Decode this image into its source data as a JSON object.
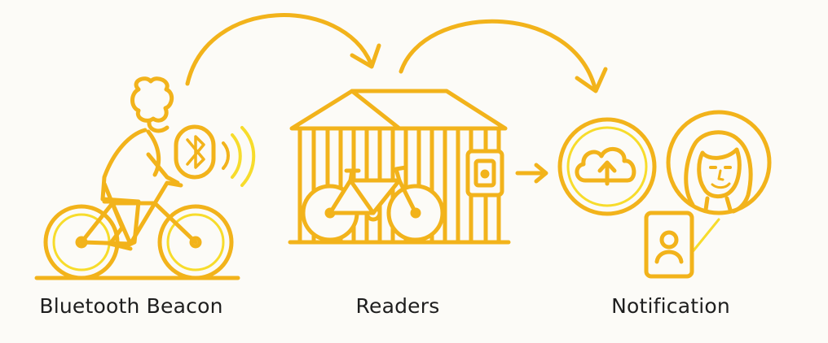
{
  "steps": [
    {
      "label": "Bluetooth Beacon",
      "icon": "cyclist-with-bluetooth-beacon-icon"
    },
    {
      "label": "Readers",
      "icon": "bike-shed-with-reader-icon"
    },
    {
      "label": "Notification",
      "icon": "cloud-upload-and-user-notification-icon"
    }
  ],
  "colors": {
    "primary": "#f2b31b",
    "highlight": "#f7dc2c",
    "background": "#fcfbf7",
    "text": "#1e1e1e"
  }
}
